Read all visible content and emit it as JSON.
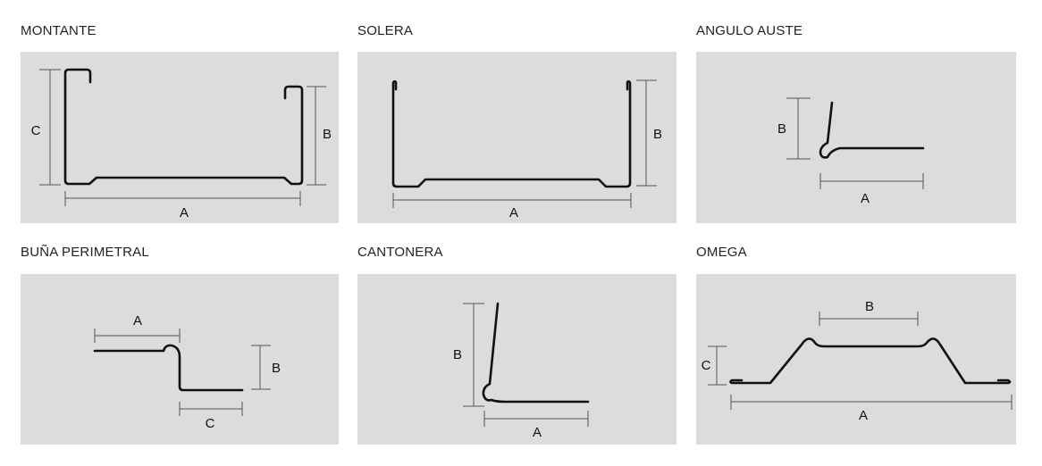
{
  "profiles": [
    {
      "title": "MONTANTE",
      "dims": [
        "C",
        "B",
        "A"
      ]
    },
    {
      "title": "SOLERA",
      "dims": [
        "B",
        "A"
      ]
    },
    {
      "title": "ANGULO AUSTE",
      "dims": [
        "B",
        "A"
      ]
    },
    {
      "title": "BUÑA PERIMETRAL",
      "dims": [
        "A",
        "B",
        "C"
      ]
    },
    {
      "title": "CANTONERA",
      "dims": [
        "B",
        "A"
      ]
    },
    {
      "title": "OMEGA",
      "dims": [
        "B",
        "C",
        "A"
      ]
    }
  ],
  "colors": {
    "panel": "#dcdcdc",
    "profile": "#111111",
    "dimension": "#555555"
  }
}
